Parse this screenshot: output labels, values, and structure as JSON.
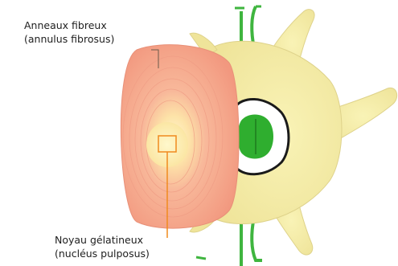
{
  "labels": {
    "annulus": {
      "line1": "Anneaux fibreux",
      "line2": "(annulus fibrosus)"
    },
    "nucleus": {
      "line1": "Noyau gélatineux",
      "line2": "(nucléus pulposus)"
    }
  },
  "colors": {
    "bone": "#f7f0a8",
    "bone_shadow": "#e4d98a",
    "annulus": "#f4a088",
    "nucleus": "#fbeebb",
    "spinal_cord": "#2fae2f",
    "nerve": "#3fb53f",
    "leader_dark": "#6b5a4a",
    "leader_orange": "#f08a1e"
  }
}
